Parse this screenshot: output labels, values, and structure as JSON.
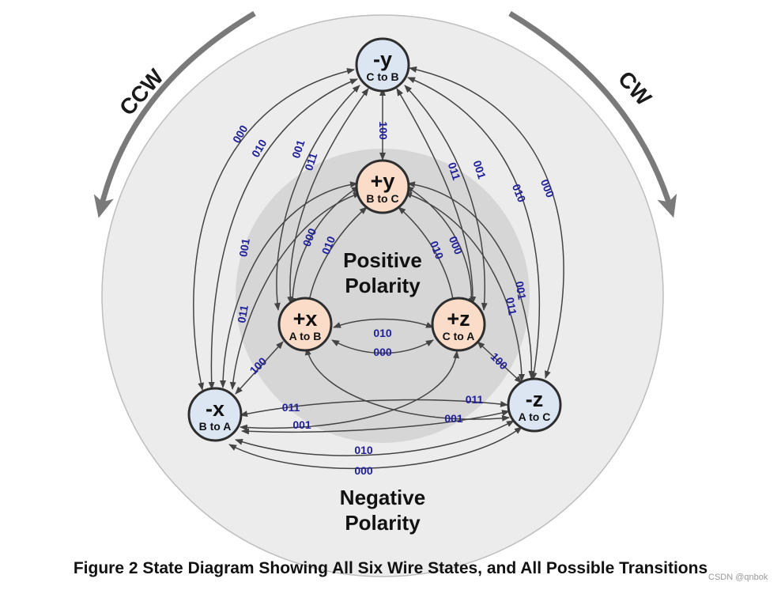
{
  "caption": "Figure 2 State Diagram Showing All Six Wire States, and All Possible Transitions",
  "watermark": "CSDN @qnbok",
  "directions": {
    "ccw": "CCW",
    "cw": "CW"
  },
  "regions": {
    "positive": [
      "Positive",
      "Polarity"
    ],
    "negative": [
      "Negative",
      "Polarity"
    ]
  },
  "states": {
    "neg_y": {
      "symbol": "-y",
      "sub": "C to B"
    },
    "pos_y": {
      "symbol": "+y",
      "sub": "B to C"
    },
    "pos_x": {
      "symbol": "+x",
      "sub": "A to B"
    },
    "pos_z": {
      "symbol": "+z",
      "sub": "C to A"
    },
    "neg_x": {
      "symbol": "-x",
      "sub": "B to A"
    },
    "neg_z": {
      "symbol": "-z",
      "sub": "A to C"
    }
  },
  "transition_codes": {
    "000": "000",
    "001": "001",
    "010": "010",
    "011": "011",
    "100": "100"
  },
  "colors": {
    "negative_state": "#dce6f2",
    "positive_state": "#fbdcc9",
    "outer_region": "#ececec",
    "inner_region": "#d6d6d6",
    "code_text": "#1f1f9a",
    "arrow": "#444444"
  }
}
